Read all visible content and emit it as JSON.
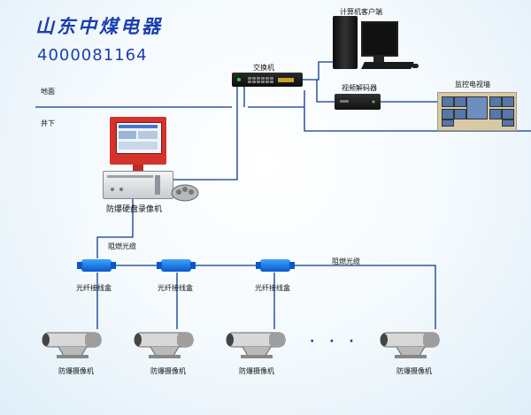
{
  "brand": {
    "company": "山东中煤电器",
    "phone": "4000081164"
  },
  "zones": {
    "surface": "地面",
    "underground": "井下"
  },
  "devices": {
    "pc_client": "计算机客户端",
    "switch": "交换机",
    "video_decoder": "视频解码器",
    "tv_wall": "监控电视墙",
    "recorder": "防爆硬盘录像机",
    "cable_1": "阻燃光缆",
    "cable_2": "阻燃光缆",
    "splice_boxes": [
      "光纤接线盒",
      "光纤接线盒",
      "光纤接线盒"
    ],
    "cameras": [
      "防爆摄像机",
      "防爆摄像机",
      "防爆摄像机",
      "防爆摄像机"
    ],
    "ellipsis": "· · ·"
  },
  "colors": {
    "line": "#0c3a8c",
    "brand": "#1b3fae",
    "splice": "#1a7ef0",
    "recorder_monitor": "#d5322c"
  }
}
